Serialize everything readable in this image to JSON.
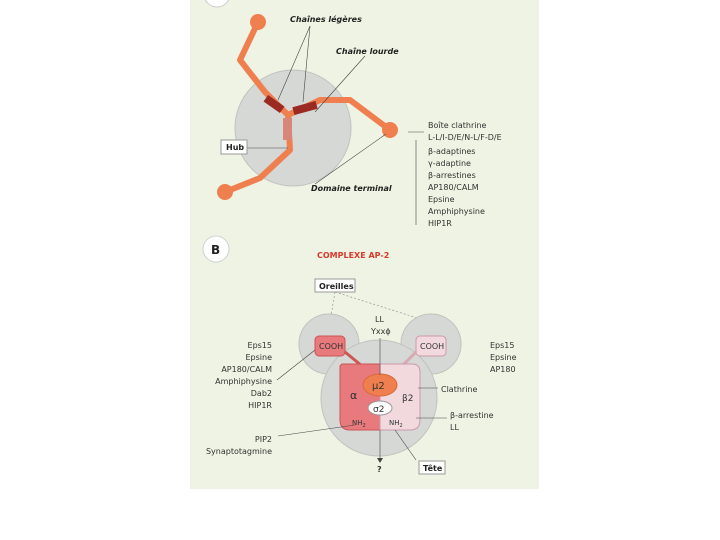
{
  "colors": {
    "background": "#eef3e3",
    "arm": "#f07f4f",
    "light_chain": "#9b2b22",
    "circle": "#d6d8d6",
    "alpha": "#e8797c",
    "beta": "#f2d9dd",
    "mu": "#f07f4f",
    "title_red": "#d83a2b"
  },
  "panel_a": {
    "chaines_legeres": "Chaînes légères",
    "chaine_lourde": "Chaîne lourde",
    "hub": "Hub",
    "domaine_terminal": "Domaine terminal",
    "binding_list": [
      "Boîte clathrine",
      "L-L/I-D/E/N-L/F-D/E",
      "β-adaptines",
      "γ-adaptine",
      "β-arrestines",
      "AP180/CALM",
      "Epsine",
      "Amphiphysine",
      "HIP1R"
    ]
  },
  "panel_b": {
    "letter": "B",
    "title": "COMPLEXE AP-2",
    "oreilles": "Oreilles",
    "motif_ll": "LL",
    "motif_yxx": "Yxxɸ",
    "cooh_left": "COOH",
    "cooh_right": "COOH",
    "mu2": "μ2",
    "sigma2": "σ2",
    "alpha": "α",
    "beta2": "β2",
    "nh2_left": "NH",
    "nh2_right": "NH",
    "subscript_2": "2",
    "left_list": [
      "Eps15",
      "Epsine",
      "AP180/CALM",
      "Amphiphysine",
      "Dab2",
      "HIP1R"
    ],
    "right_list": [
      "Eps15",
      "Epsine",
      "AP180"
    ],
    "clathrine": "Clathrine",
    "arrestine": [
      "β-arrestine",
      "LL"
    ],
    "pip2": [
      "PIP2",
      "Synaptotagmine"
    ],
    "question": "?",
    "tete": "Tête"
  }
}
